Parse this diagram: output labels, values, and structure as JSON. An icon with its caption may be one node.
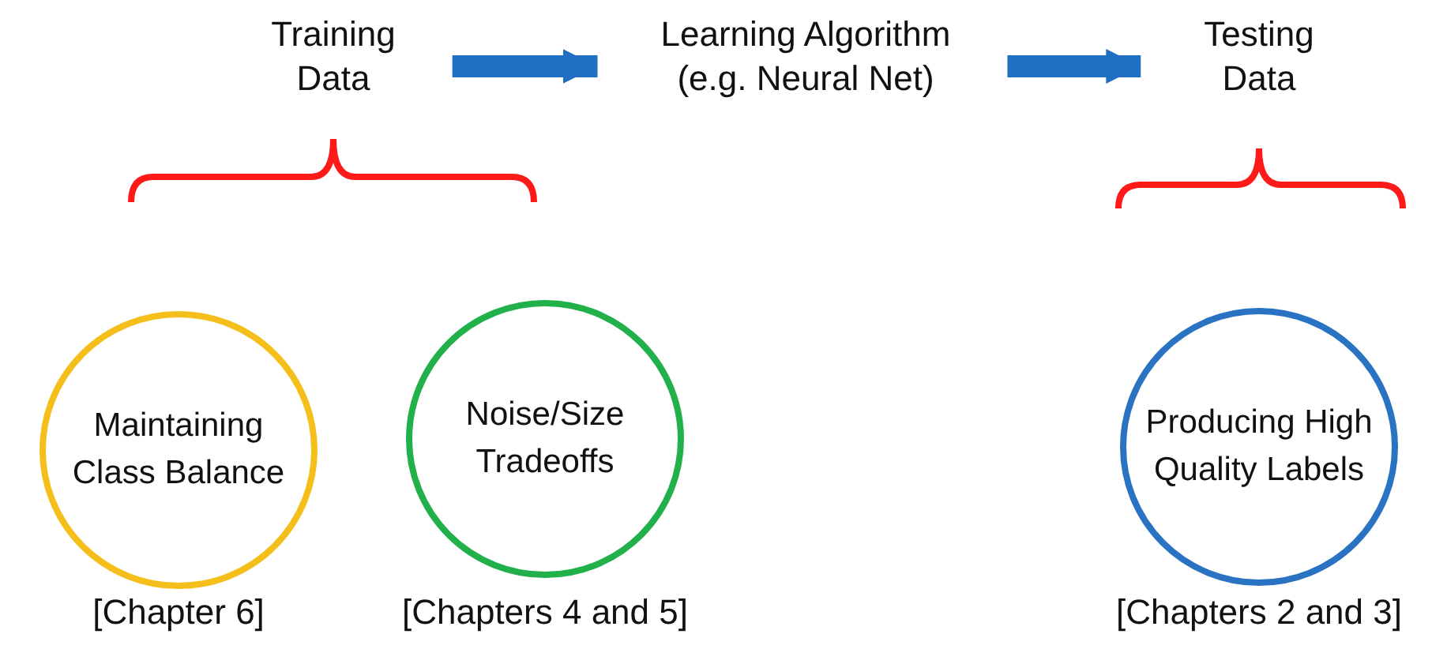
{
  "diagram": {
    "nodes": [
      {
        "text": [
          "Training Data"
        ]
      },
      {
        "text": [
          "Learning Algorithm (e.g. Neural Net)"
        ]
      },
      {
        "text": [
          "Testing Data"
        ]
      },
      {
        "text": [
          "Maintaining Class Balance"
        ],
        "beside": [
          "[Chapter 6]"
        ]
      },
      {
        "text": [
          "Noise/Size Tradeoffs"
        ],
        "beside": [
          "[Chapters 4 and 5]"
        ]
      },
      {
        "text": [
          "Producing High Quality Labels"
        ],
        "beside": [
          "[Chapters 2 and 3]"
        ]
      }
    ],
    "edges": [
      {
        "from": 0,
        "to": 1,
        "arrow": "to"
      },
      {
        "from": 1,
        "to": 2,
        "arrow": "to"
      }
    ]
  }
}
